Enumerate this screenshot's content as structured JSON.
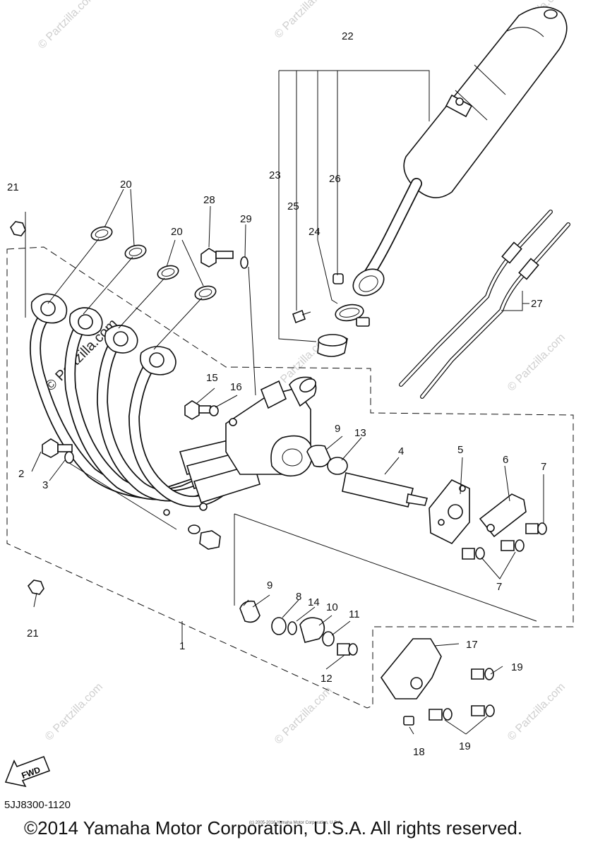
{
  "callouts": {
    "c1": "1",
    "c2": "2",
    "c3": "3",
    "c4": "4",
    "c5": "5",
    "c6": "6",
    "c7": "7",
    "c8": "8",
    "c9": "9",
    "c10": "10",
    "c11": "11",
    "c12": "12",
    "c13": "13",
    "c14": "14",
    "c15": "15",
    "c16": "16",
    "c17": "17",
    "c18": "18",
    "c19": "19",
    "c20": "20",
    "c21": "21",
    "c22": "22",
    "c23": "23",
    "c24": "24",
    "c25": "25",
    "c26": "26",
    "c27": "27",
    "c28": "28",
    "c29": "29"
  },
  "fwd_label": "FWD",
  "watermark": "© Partzilla.com",
  "ref_code": "5JJ8300-1120",
  "fine_print": "(c) 2005-2016 Yamaha Motor Corporation, U.S.A.",
  "copyright": "©2014 Yamaha Motor Corporation, U.S.A. All rights reserved."
}
